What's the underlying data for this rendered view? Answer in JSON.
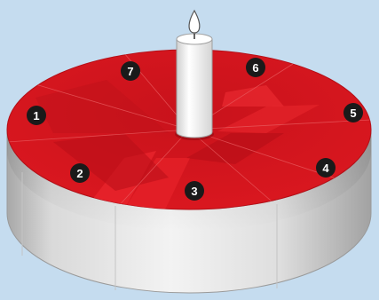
{
  "diagram": {
    "colors": {
      "background": "#c5dcef",
      "cake_top": "#d7141a",
      "cake_top_dark": "#b8101a",
      "cake_side_light": "#efefef",
      "cake_side_dark": "#a9a9a9",
      "candle": "#f2f2f2",
      "flame": "#ffffff",
      "badge": "#1a1a1a"
    },
    "slices": [
      {
        "label": "1"
      },
      {
        "label": "2"
      },
      {
        "label": "3"
      },
      {
        "label": "4"
      },
      {
        "label": "5"
      },
      {
        "label": "6"
      },
      {
        "label": "7"
      }
    ]
  }
}
